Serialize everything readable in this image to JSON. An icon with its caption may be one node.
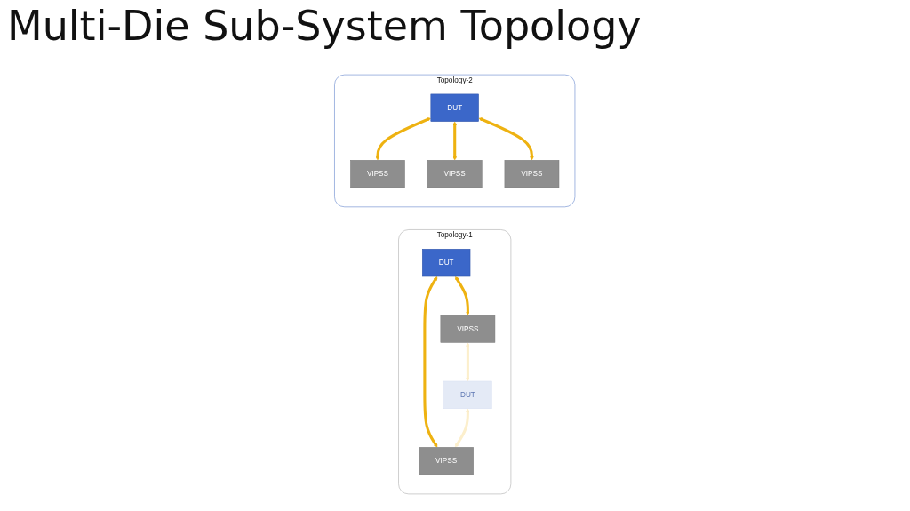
{
  "diagram": {
    "title": "Multi-Die Sub-System Topology",
    "nodes": [
      {
        "text": [
          "Topology-1"
        ]
      },
      {
        "text": [
          "DUT"
        ],
        "in": 0
      },
      {
        "text": [
          "VIPSS"
        ],
        "in": 0
      },
      {
        "text": [
          "VIPSS"
        ],
        "in": 0
      },
      {
        "text": [
          "DUT"
        ],
        "in": 0
      },
      {
        "text": [
          "Topology-2"
        ]
      },
      {
        "text": [
          "DUT"
        ],
        "in": 5
      },
      {
        "text": [
          "VIPSS"
        ],
        "in": 5
      },
      {
        "text": [
          "VIPSS"
        ],
        "in": 5
      },
      {
        "text": [
          "VIPSS"
        ],
        "in": 5
      }
    ],
    "edges": [
      {
        "from": 1,
        "to": 2,
        "arrow": "both"
      },
      {
        "from": 1,
        "to": 3,
        "arrow": "both"
      },
      {
        "from": 2,
        "to": 4,
        "arrow": "both",
        "color": "#fcefcc"
      },
      {
        "from": 4,
        "to": 3,
        "arrow": "both",
        "color": "#fcefcc"
      },
      {
        "from": 6,
        "to": 7,
        "arrow": "both"
      },
      {
        "from": 6,
        "to": 8,
        "arrow": "both"
      },
      {
        "from": 6,
        "to": 9,
        "arrow": "both"
      }
    ]
  }
}
